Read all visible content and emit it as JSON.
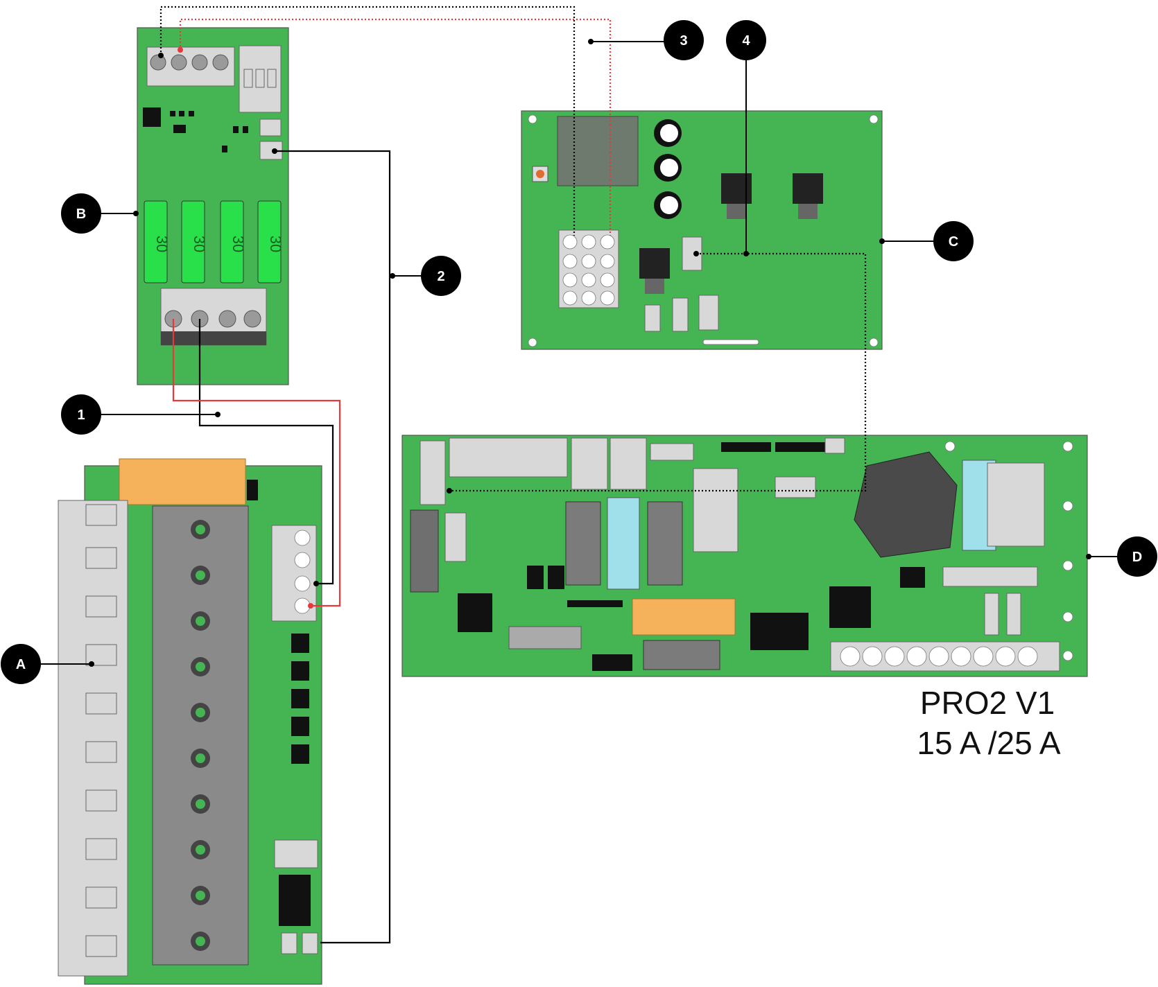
{
  "callouts": {
    "A": "A",
    "B": "B",
    "C": "C",
    "D": "D",
    "n1": "1",
    "n2": "2",
    "n3": "3",
    "n4": "4"
  },
  "fuses": [
    "30",
    "30",
    "30",
    "30"
  ],
  "model": {
    "line1": "PRO2 V1",
    "line2": "15 A /25 A"
  },
  "colors": {
    "board": "#45b553",
    "wire_red": "#e8383a",
    "fuse": "#29e04a",
    "relay": "#f5b25a"
  }
}
